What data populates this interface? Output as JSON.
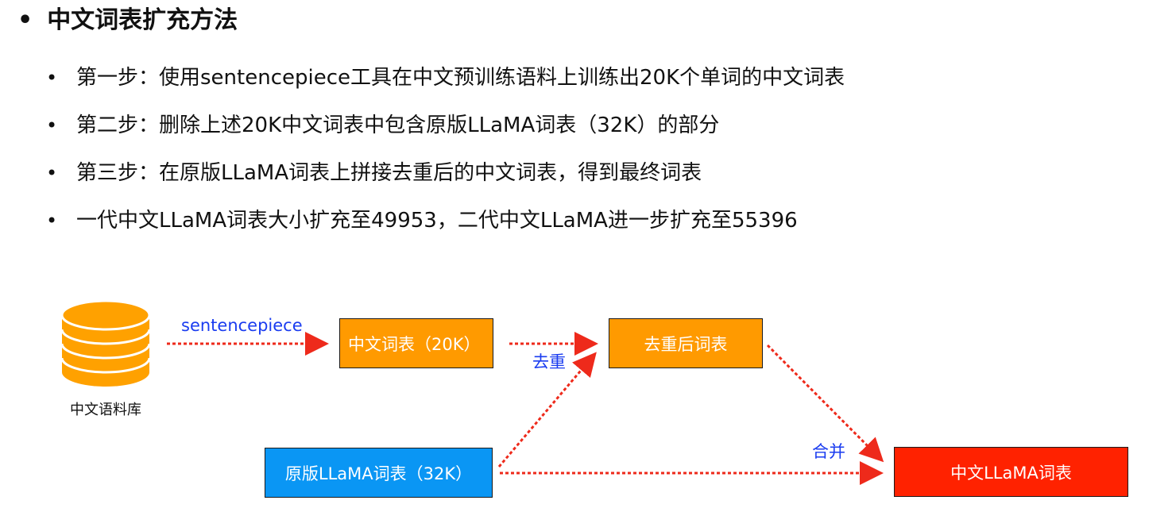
{
  "heading": {
    "bullet": "•",
    "text": "中文词表扩充方法"
  },
  "bullets": [
    {
      "dot": "•",
      "text": "第一步：使用sentencepiece工具在中文预训练语料上训练出20K个单词的中文词表"
    },
    {
      "dot": "•",
      "text": "第二步：删除上述20K中文词表中包含原版LLaMA词表（32K）的部分"
    },
    {
      "dot": "•",
      "text": "第三步：在原版LLaMA词表上拼接去重后的中文词表，得到最终词表"
    },
    {
      "dot": "•",
      "text": "一代中文LLaMA词表大小扩充至49953，二代中文LLaMA进一步扩充至55396"
    }
  ],
  "diagram": {
    "corpus_label": "中文语料库",
    "corpus_icon": "database-icon",
    "sentencepiece_label": "sentencepiece",
    "chinese_vocab_box": "中文词表（20K）",
    "dedup_label": "去重",
    "dedup_vocab_box": "去重后词表",
    "original_vocab_box": "原版LLaMA词表（32K）",
    "merge_label": "合并",
    "final_vocab_box": "中文LLaMA词表"
  },
  "colors": {
    "orange": "#ff9a00",
    "blue": "#0a96f4",
    "red": "#ff2200",
    "arrow_red": "#ee2a1b",
    "label_blue": "#1a3cf0",
    "db_orange": "#ffa100"
  }
}
